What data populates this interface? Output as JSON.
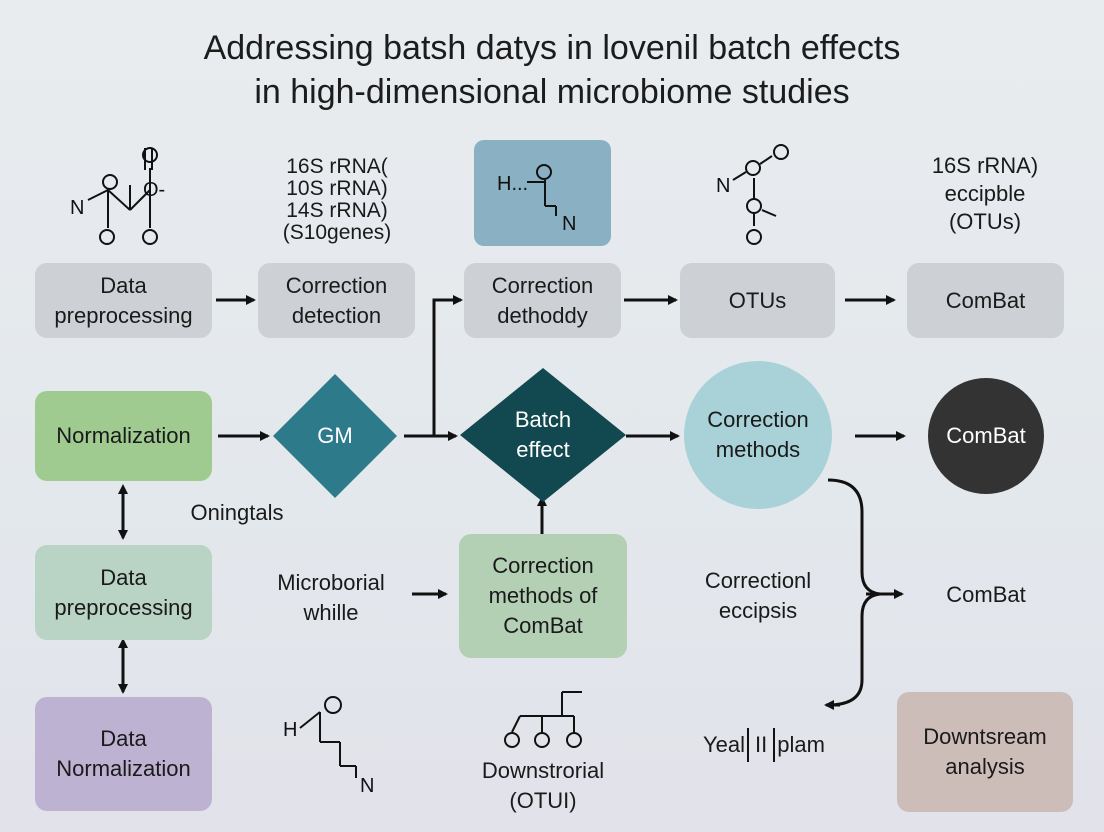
{
  "title": {
    "line1": "Addressing batsh datys in lovenil batch effects",
    "line2": "in high-dimensional microbiome studies"
  },
  "top_labels": {
    "rrna_list": "16S rRNA(\n10S rRNA)\n14S rRNA)\n(S10genes)",
    "rrna_otus": "16S rRNA)\neccipble\n(OTUs)"
  },
  "molecule_labels": {
    "m1_n": "N",
    "m1_o1": "O",
    "m1_o2": "O",
    "m1_o3": "O",
    "m1_o4": "O",
    "m1_ominus": "O-",
    "m2_h": "H...",
    "m2_o": "O",
    "m2_n": "N",
    "m3_n": "N",
    "m3_o1": "O",
    "m3_o2": "O",
    "m3_o3": "O",
    "m3_o4": "O",
    "m4_h": "H",
    "m4_o": "O",
    "m4_n": "N"
  },
  "row1": {
    "data_preprocessing": "Data\npreprocessing",
    "correction_detection": "Correction\ndetection",
    "correction_dethoddy": "Correction\ndethoddy",
    "otus": "OTUs",
    "combat": "ComBat"
  },
  "row2": {
    "normalization": "Normalization",
    "gm": "GM",
    "batch_effect": "Batch\neffect",
    "correction_methods": "Correction\nmethods",
    "combat": "ComBat"
  },
  "row3": {
    "oningtals": "Oningtals",
    "data_preprocessing": "Data\npreprocessing",
    "microborial": "Microborial\nwhille",
    "correction_methods_combat": "Correction\nmethods of\nComBat",
    "correction_eccipsis": "Correctionl\neccipsis",
    "combat": "ComBat"
  },
  "row4": {
    "data_normalization": "Data\nNormalization",
    "downstrorial": "Downstrorial\n(OTUI)",
    "yeal_left": "Yeal",
    "yeal_mid": "II",
    "yeal_right": "plam",
    "downstream": "Downtsream\nanalysis"
  },
  "colors": {
    "teal_diamond": "#2d7a8a",
    "dark_diamond": "#12484f",
    "light_circle": "#a9d2d8",
    "dark_circle": "#333333",
    "arrow": "#111111"
  }
}
